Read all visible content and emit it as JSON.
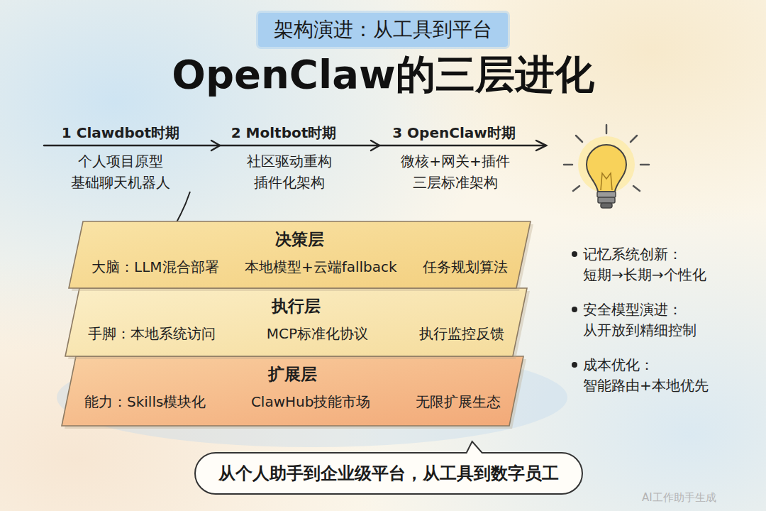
{
  "diagram": {
    "title": "OpenClaw的三层进化",
    "nodes": [
      {
        "text": [
          "架构演进：从工具到平台"
        ]
      },
      {
        "text": [
          "决策层",
          "大脑：LLM混合部署",
          "本地模型+云端fallback",
          "任务规划算法"
        ]
      },
      {
        "text": [
          "执行层",
          "手脚：本地系统访问",
          "MCP标准化协议",
          "执行监控反馈"
        ]
      },
      {
        "text": [
          "扩展层",
          "能力：Skills模块化",
          "ClawHub技能市场",
          "无限扩展生态"
        ]
      },
      {
        "text": [
          "从个人助手到企业级平台，从工具到数字员工"
        ]
      }
    ],
    "labels": [
      "1 Clawdbot时期",
      "个人项目原型 基础聊天机器人",
      "2 Moltbot时期",
      "社区驱动重构 插件化架构",
      "3 OpenClaw时期",
      "微核+网关+插件 三层标准架构",
      "记忆系统创新：",
      "短期→长期→个性化",
      "安全模型演进：",
      "从开放到精细控制",
      "成本优化：",
      "智能路由+本地优先",
      "AI工作助手生成"
    ]
  }
}
